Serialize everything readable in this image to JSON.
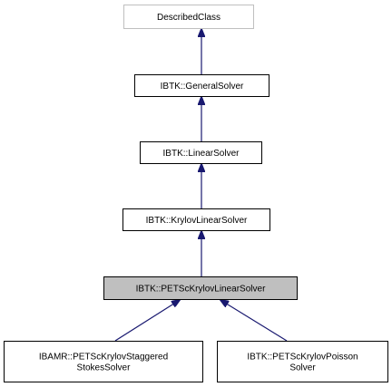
{
  "diagram": {
    "type": "class-inheritance-graph",
    "colors": {
      "edge": "#191970",
      "node_border_default": "#000000",
      "node_border_external": "#bfbfbf",
      "node_fill": "#ffffff",
      "node_fill_highlight": "#bfbfbf",
      "text": "#000000"
    },
    "nodes": {
      "described": {
        "lines": [
          "DescribedClass"
        ],
        "style": "external"
      },
      "general": {
        "lines": [
          "IBTK::GeneralSolver"
        ],
        "style": "normal"
      },
      "linear": {
        "lines": [
          "IBTK::LinearSolver"
        ],
        "style": "normal"
      },
      "krylov": {
        "lines": [
          "IBTK::KrylovLinearSolver"
        ],
        "style": "normal"
      },
      "petsc": {
        "lines": [
          "IBTK::PETScKrylovLinearSolver"
        ],
        "style": "highlight"
      },
      "stokes": {
        "lines": [
          "IBAMR::PETScKrylovStaggered",
          "StokesSolver"
        ],
        "style": "normal"
      },
      "poisson": {
        "lines": [
          "IBTK::PETScKrylovPoisson",
          "Solver"
        ],
        "style": "normal"
      }
    },
    "edges": [
      {
        "from": "general",
        "to": "described"
      },
      {
        "from": "linear",
        "to": "general"
      },
      {
        "from": "krylov",
        "to": "linear"
      },
      {
        "from": "petsc",
        "to": "krylov"
      },
      {
        "from": "stokes",
        "to": "petsc"
      },
      {
        "from": "poisson",
        "to": "petsc"
      }
    ]
  }
}
